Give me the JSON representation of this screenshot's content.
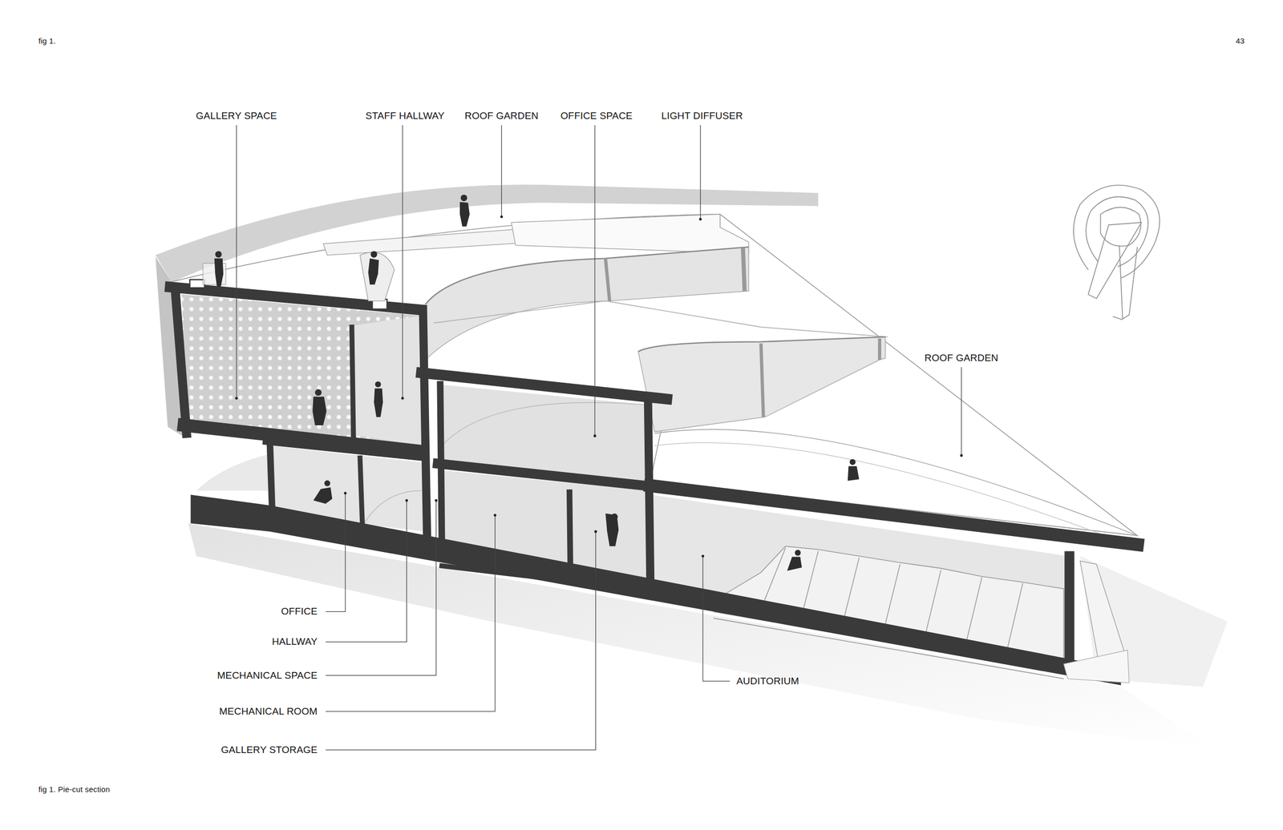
{
  "diagram": {
    "title": "fig 1.",
    "caption": "fig 1. Pie-cut section",
    "labels": [
      "43",
      "GALLERY SPACE",
      "STAFF HALLWAY",
      "ROOF GARDEN",
      "OFFICE SPACE",
      "LIGHT DIFFUSER",
      "ROOF GARDEN",
      "OFFICE",
      "HALLWAY",
      "MECHANICAL SPACE",
      "MECHANICAL ROOM",
      "GALLERY STORAGE",
      "AUDITORIUM"
    ]
  }
}
